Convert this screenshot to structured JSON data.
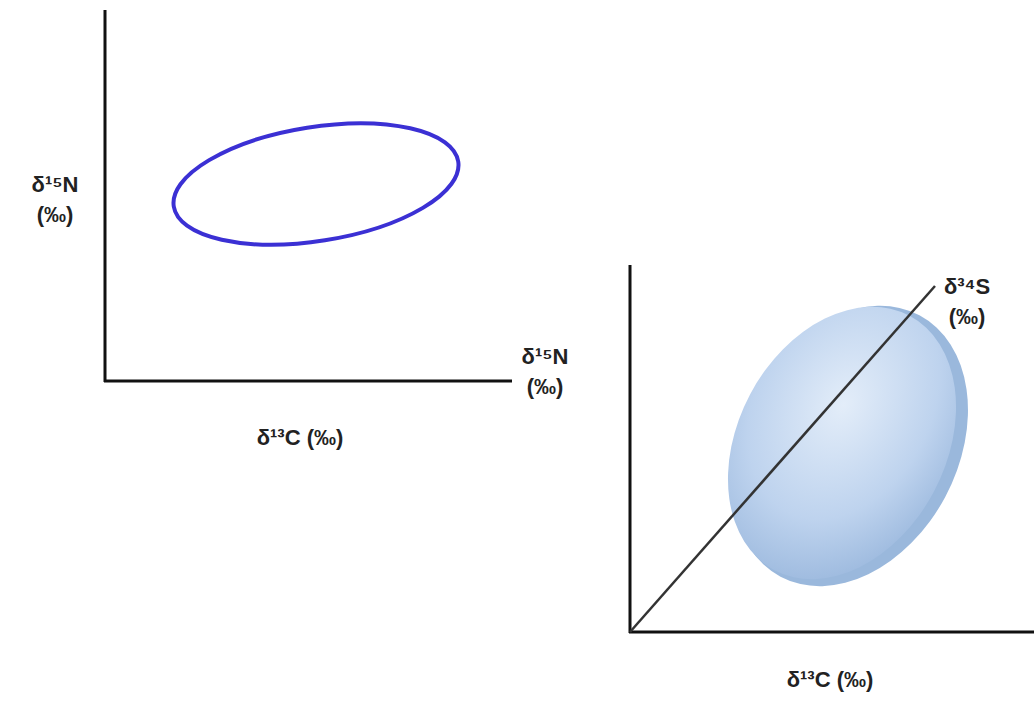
{
  "diagram": {
    "labels": [
      "δ¹⁵N (‰)",
      "δ¹³C (‰)",
      "δ³⁴S (‰)",
      "δ¹⁵N (‰)",
      "δ¹³C (‰)"
    ]
  }
}
